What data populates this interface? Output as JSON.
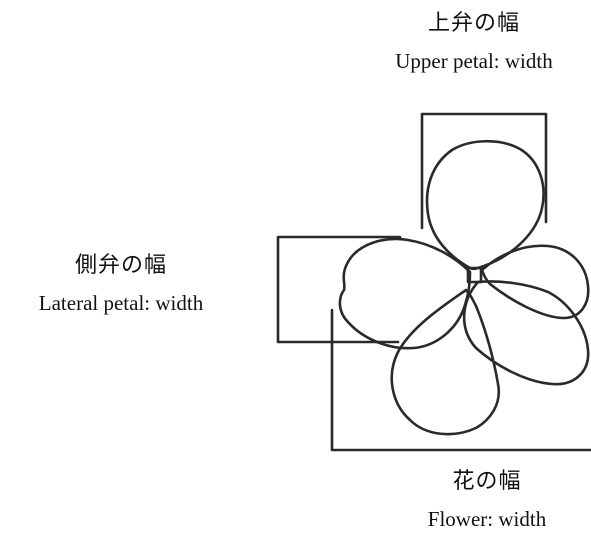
{
  "labels": {
    "upper": {
      "jp": "上弁の幅",
      "en": "Upper petal: width"
    },
    "lateral": {
      "jp": "側弁の幅",
      "en": "Lateral petal: width"
    },
    "flower": {
      "jp": "花の幅",
      "en": "Flower: width"
    }
  },
  "colors": {
    "line": "#2a2a2a",
    "text": "#111111",
    "background": "#ffffff"
  }
}
